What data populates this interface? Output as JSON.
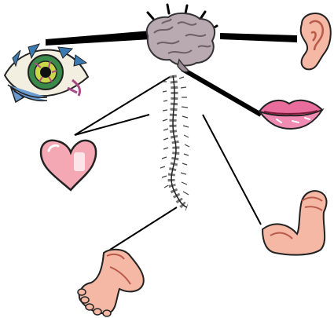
{
  "diagram": {
    "nodes": [
      {
        "id": "brain",
        "icon": "brain-icon"
      },
      {
        "id": "spine",
        "icon": "spine-icon"
      },
      {
        "id": "eye",
        "icon": "eye-icon"
      },
      {
        "id": "ear",
        "icon": "ear-icon"
      },
      {
        "id": "lips",
        "icon": "lips-icon"
      },
      {
        "id": "heart",
        "icon": "heart-icon"
      },
      {
        "id": "arm",
        "icon": "flexed-arm-icon"
      },
      {
        "id": "foot",
        "icon": "foot-icon"
      }
    ],
    "connectors": [
      {
        "from": "brain",
        "to": "eye",
        "style": "thick"
      },
      {
        "from": "brain",
        "to": "ear",
        "style": "thick"
      },
      {
        "from": "brain",
        "to": "lips",
        "style": "thick"
      },
      {
        "from": "spine",
        "to": "heart",
        "style": "thin"
      },
      {
        "from": "spine",
        "to": "arm",
        "style": "thin"
      },
      {
        "from": "spine",
        "to": "foot",
        "style": "thin"
      }
    ],
    "colors": {
      "connector": "#000000",
      "brain": "#b8a8b0",
      "skin": "#f4b8a4",
      "lips": "#e86c9c",
      "heart": "#f4a8b4",
      "eye_iris": "#3a8a4a"
    }
  }
}
